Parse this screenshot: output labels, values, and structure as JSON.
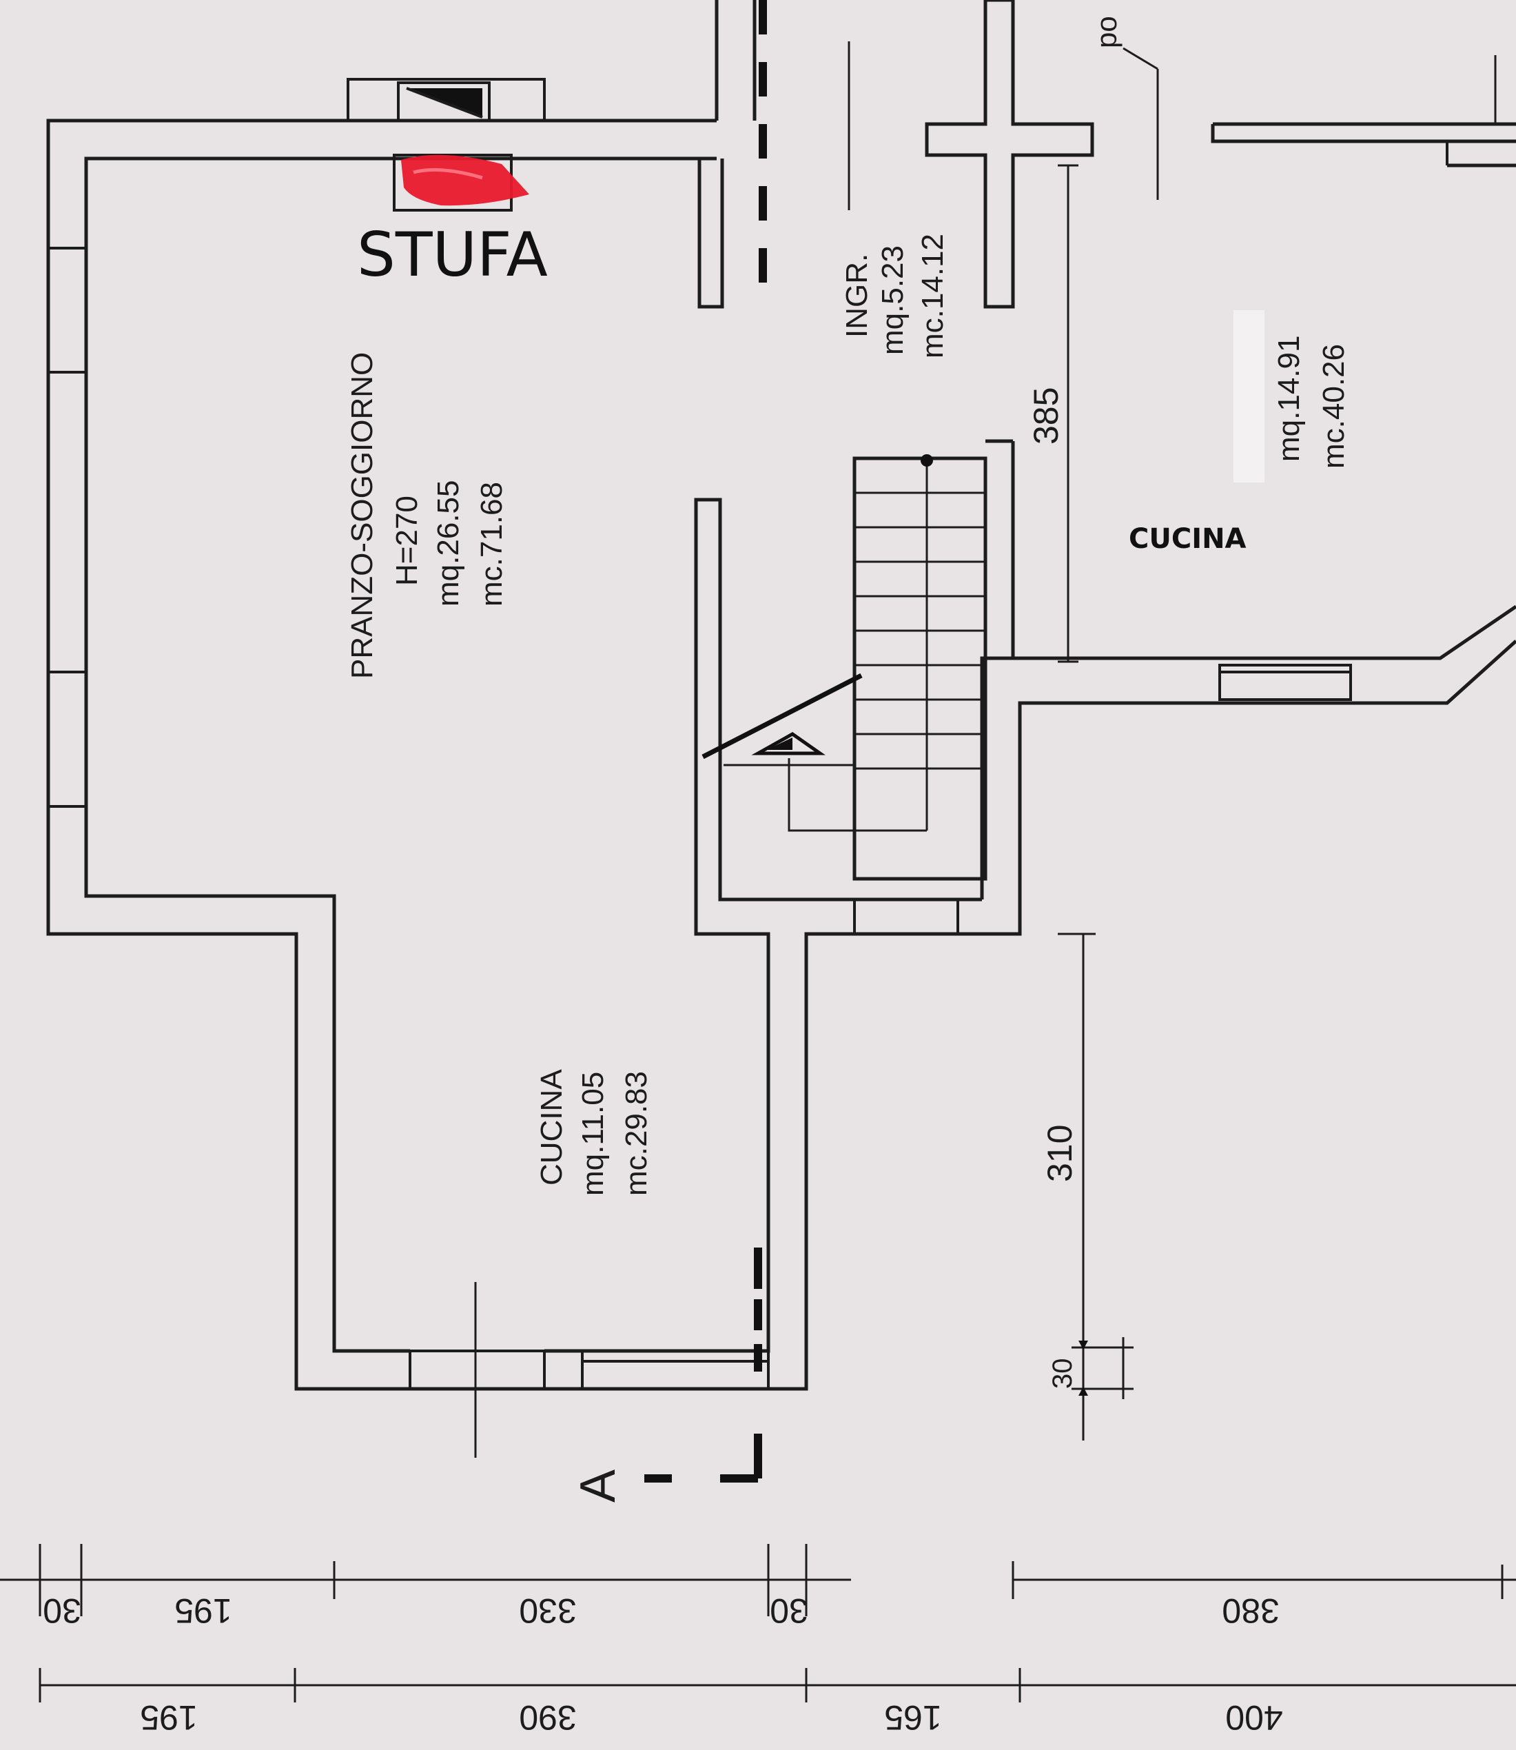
{
  "plan": {
    "stove_label": "STUFA",
    "rooms": {
      "pranzo": {
        "name": "PRANZO-SOGGIORNO",
        "height": "H=270",
        "area": "mq.26.55",
        "volume": "mc.71.68"
      },
      "ingresso": {
        "name": "INGR.",
        "area": "mq.5.23",
        "volume": "mc.14.12"
      },
      "cucina_right": {
        "area": "mq.14.91",
        "volume": "mc.40.26",
        "added_label": "CUCINA"
      },
      "cucina_bottom": {
        "name": "CUCINA",
        "area": "mq.11.05",
        "volume": "mc.29.83"
      }
    },
    "section_marker": "A",
    "partial_text": "po",
    "dimensions": {
      "vertical": [
        "385",
        "310",
        "30"
      ],
      "inner_row": [
        "30",
        "195",
        "330",
        "30",
        "380"
      ],
      "outer_row": [
        "195",
        "390",
        "165",
        "400"
      ]
    },
    "colors": {
      "paper": "#e8e3e5",
      "ink": "#1c1c1c",
      "stove_marker": "#e8192c"
    }
  }
}
